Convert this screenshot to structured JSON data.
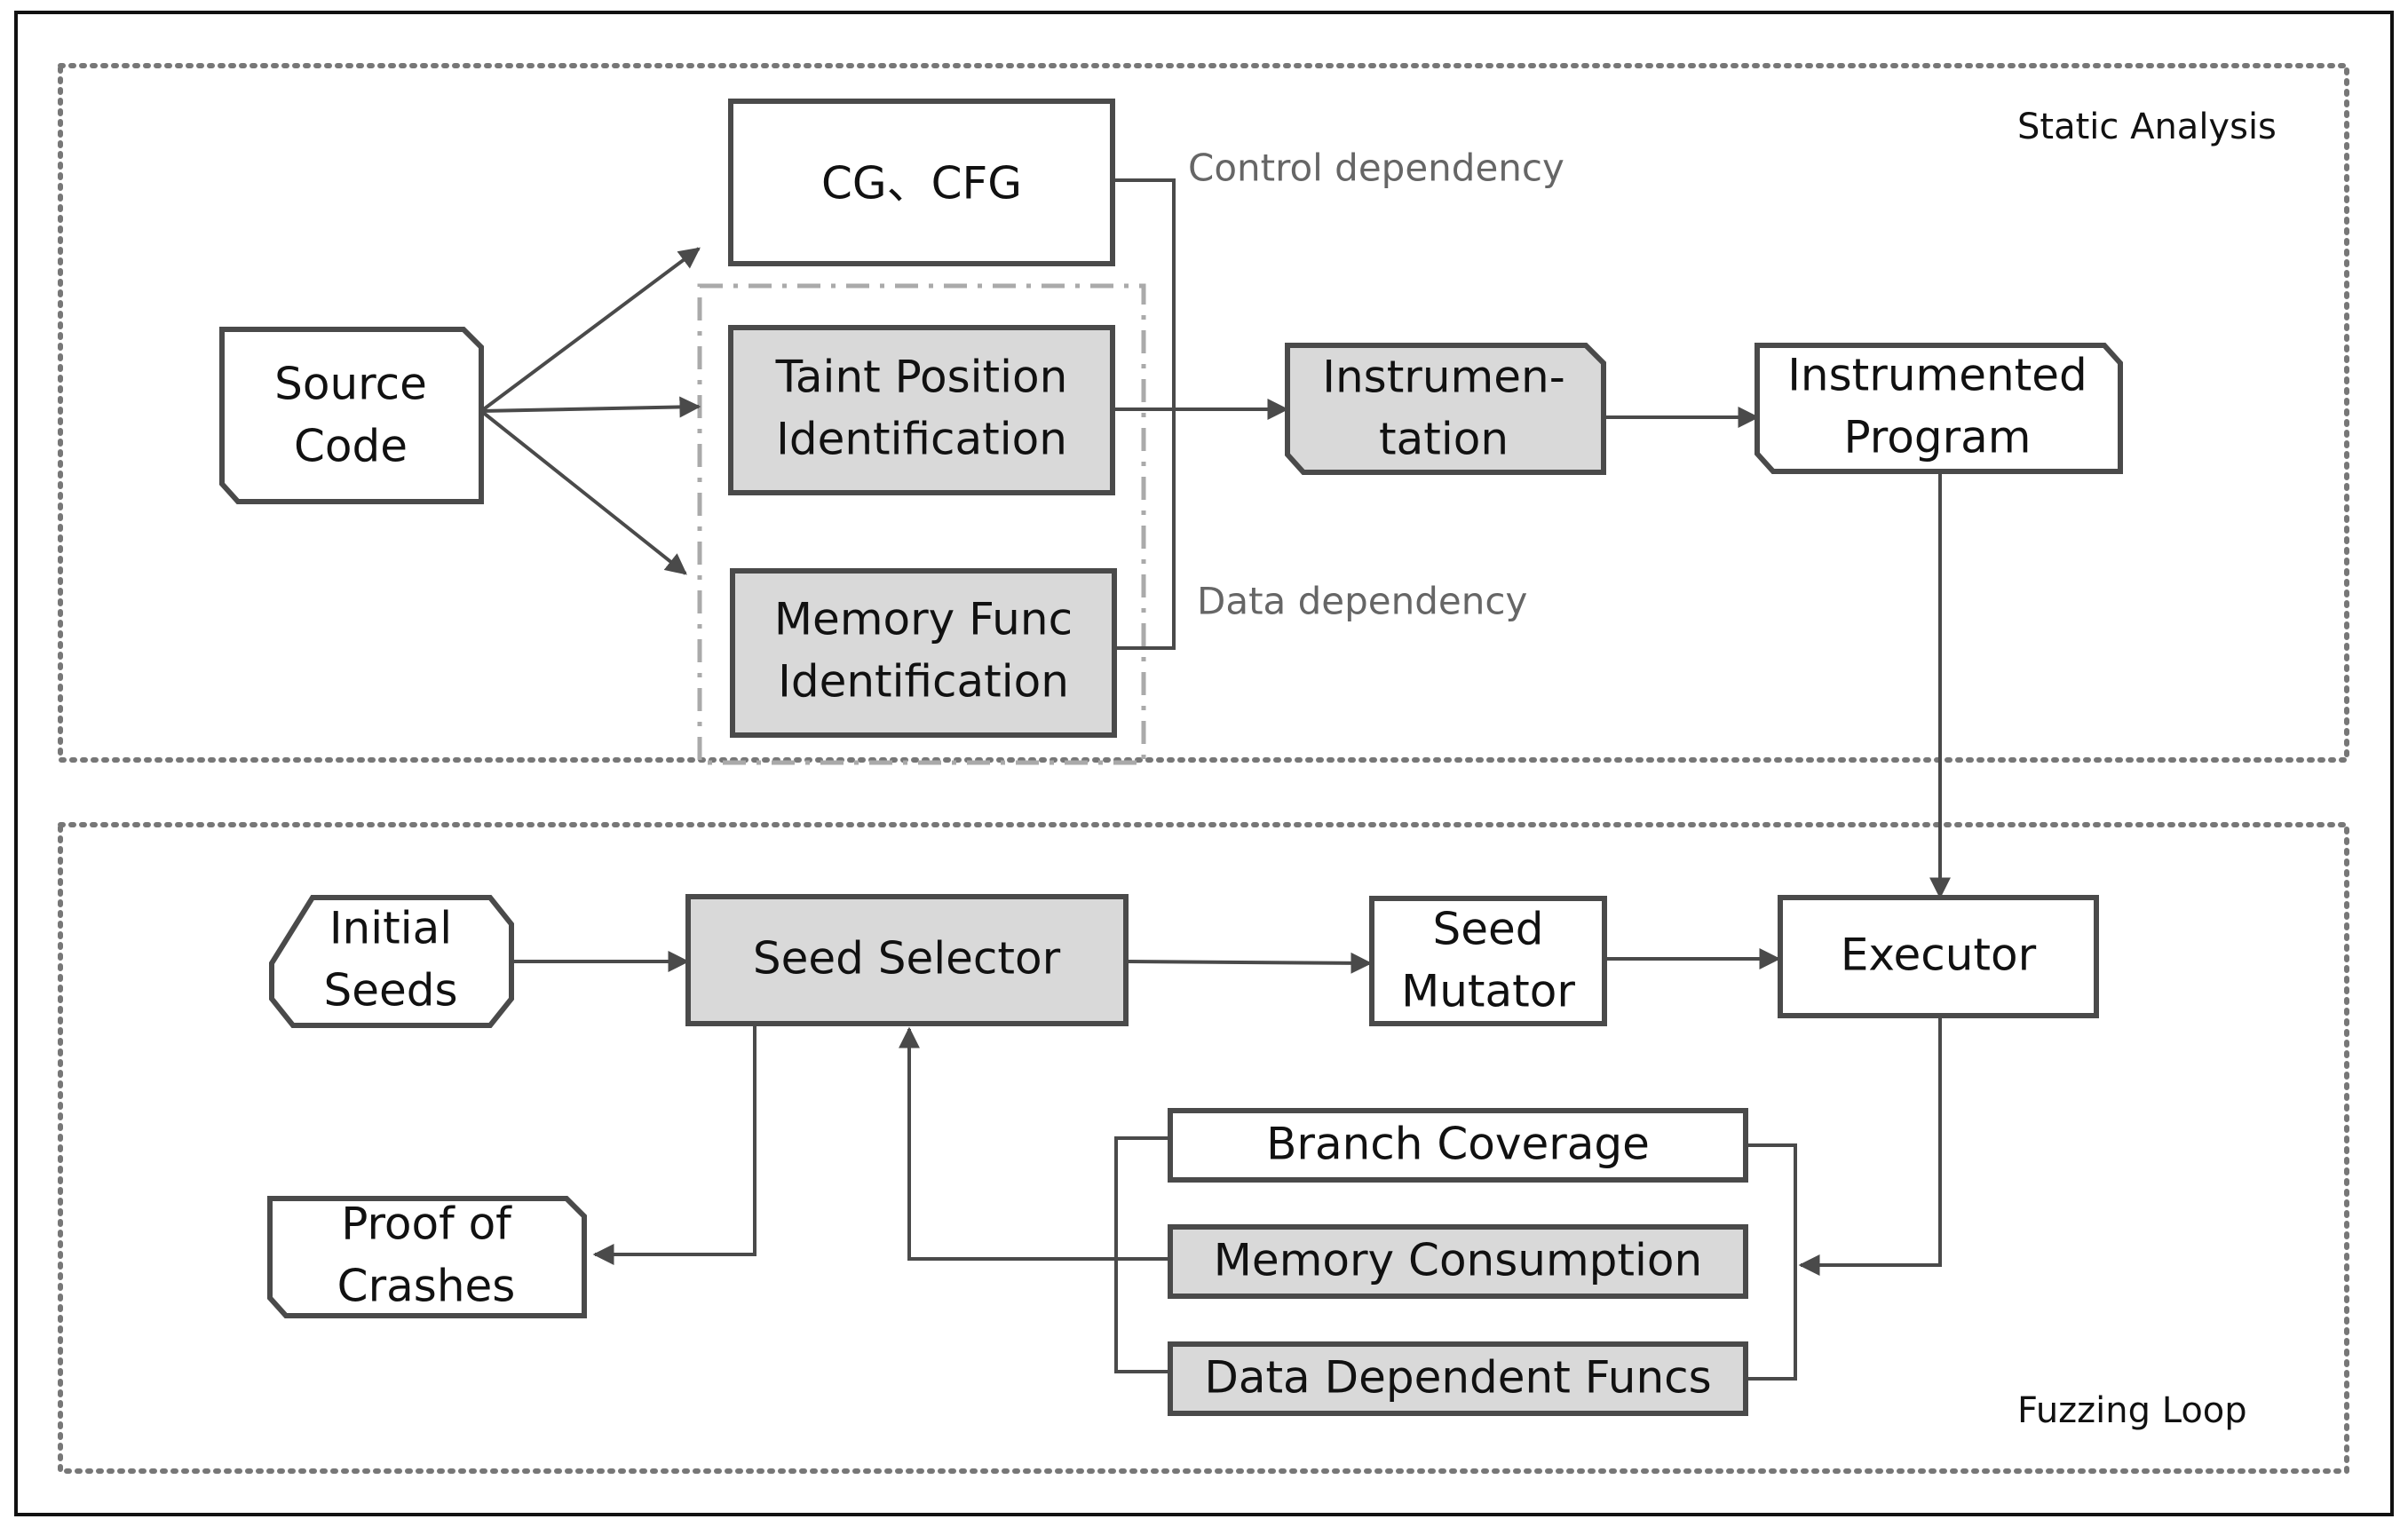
{
  "colors": {
    "stroke": "#4a4a4a",
    "fill_white": "#ffffff",
    "fill_gray": "#d9d9d9",
    "note_text": "#666666"
  },
  "regions": {
    "static_analysis": "Static Analysis",
    "fuzzing_loop": "Fuzzing Loop"
  },
  "notes": {
    "control_dependency": "Control dependency",
    "data_dependency": "Data dependency"
  },
  "nodes": {
    "source_code": [
      "Source",
      "Code"
    ],
    "cg_cfg": [
      "CG、CFG"
    ],
    "taint_position": [
      "Taint Position",
      "Identification"
    ],
    "memory_func": [
      "Memory Func",
      "Identification"
    ],
    "instrumentation": [
      "Instrumen-",
      "tation"
    ],
    "instrumented_program": [
      "Instrumented",
      "Program"
    ],
    "initial_seeds": [
      "Initial",
      "Seeds"
    ],
    "seed_selector": [
      "Seed Selector"
    ],
    "seed_mutator": [
      "Seed",
      "Mutator"
    ],
    "executor": [
      "Executor"
    ],
    "proof_of_crashes": [
      "Proof of",
      "Crashes"
    ],
    "branch_coverage": [
      "Branch Coverage"
    ],
    "memory_consumption": [
      "Memory Consumption"
    ],
    "data_dependent_funcs": [
      "Data Dependent Funcs"
    ]
  },
  "shaded_nodes": [
    "taint_position",
    "memory_func",
    "instrumentation",
    "seed_selector",
    "memory_consumption",
    "data_dependent_funcs"
  ]
}
